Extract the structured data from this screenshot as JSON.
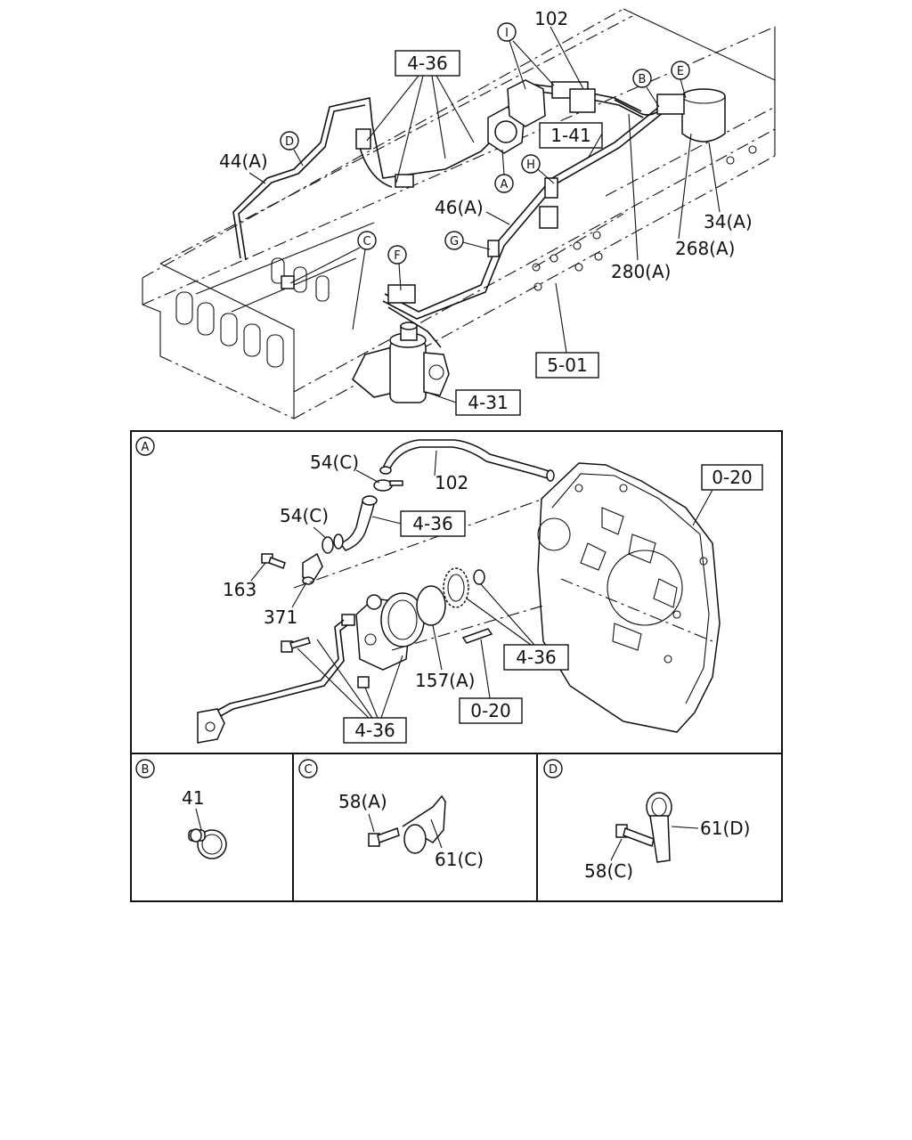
{
  "top": {
    "callouts": [
      {
        "id": "ref-4-36",
        "text": "4-36",
        "boxed": true
      },
      {
        "id": "part-102",
        "text": "102",
        "boxed": false
      },
      {
        "id": "ref-1-41",
        "text": "1-41",
        "boxed": true
      },
      {
        "id": "part-44a",
        "text": "44(A)",
        "boxed": false
      },
      {
        "id": "part-46a",
        "text": "46(A)",
        "boxed": false
      },
      {
        "id": "part-34a",
        "text": "34(A)",
        "boxed": false
      },
      {
        "id": "part-268a",
        "text": "268(A)",
        "boxed": false
      },
      {
        "id": "part-280a",
        "text": "280(A)",
        "boxed": false
      },
      {
        "id": "ref-5-01",
        "text": "5-01",
        "boxed": true
      },
      {
        "id": "ref-4-31",
        "text": "4-31",
        "boxed": true
      }
    ],
    "markers": [
      "I",
      "D",
      "B",
      "E",
      "A",
      "H",
      "G",
      "C",
      "F"
    ]
  },
  "detail_a": {
    "marker": "A",
    "callouts": [
      {
        "id": "part-54c-upper",
        "text": "54(C)",
        "boxed": false
      },
      {
        "id": "part-102",
        "text": "102",
        "boxed": false
      },
      {
        "id": "ref-0-20-upper",
        "text": "0-20",
        "boxed": true
      },
      {
        "id": "part-54c-lower",
        "text": "54(C)",
        "boxed": false
      },
      {
        "id": "ref-4-36-upper",
        "text": "4-36",
        "boxed": true
      },
      {
        "id": "part-163",
        "text": "163",
        "boxed": false
      },
      {
        "id": "part-371",
        "text": "371",
        "boxed": false
      },
      {
        "id": "ref-4-36-right",
        "text": "4-36",
        "boxed": true
      },
      {
        "id": "part-157a",
        "text": "157(A)",
        "boxed": false
      },
      {
        "id": "ref-0-20-lower",
        "text": "0-20",
        "boxed": true
      },
      {
        "id": "ref-4-36-bottom",
        "text": "4-36",
        "boxed": true
      }
    ]
  },
  "detail_b": {
    "marker": "B",
    "callouts": [
      {
        "id": "part-41",
        "text": "41",
        "boxed": false
      }
    ]
  },
  "detail_c": {
    "marker": "C",
    "callouts": [
      {
        "id": "part-58a",
        "text": "58(A)",
        "boxed": false
      },
      {
        "id": "part-61c",
        "text": "61(C)",
        "boxed": false
      }
    ]
  },
  "detail_d": {
    "marker": "D",
    "callouts": [
      {
        "id": "part-61d",
        "text": "61(D)",
        "boxed": false
      },
      {
        "id": "part-58c",
        "text": "58(C)",
        "boxed": false
      }
    ]
  }
}
